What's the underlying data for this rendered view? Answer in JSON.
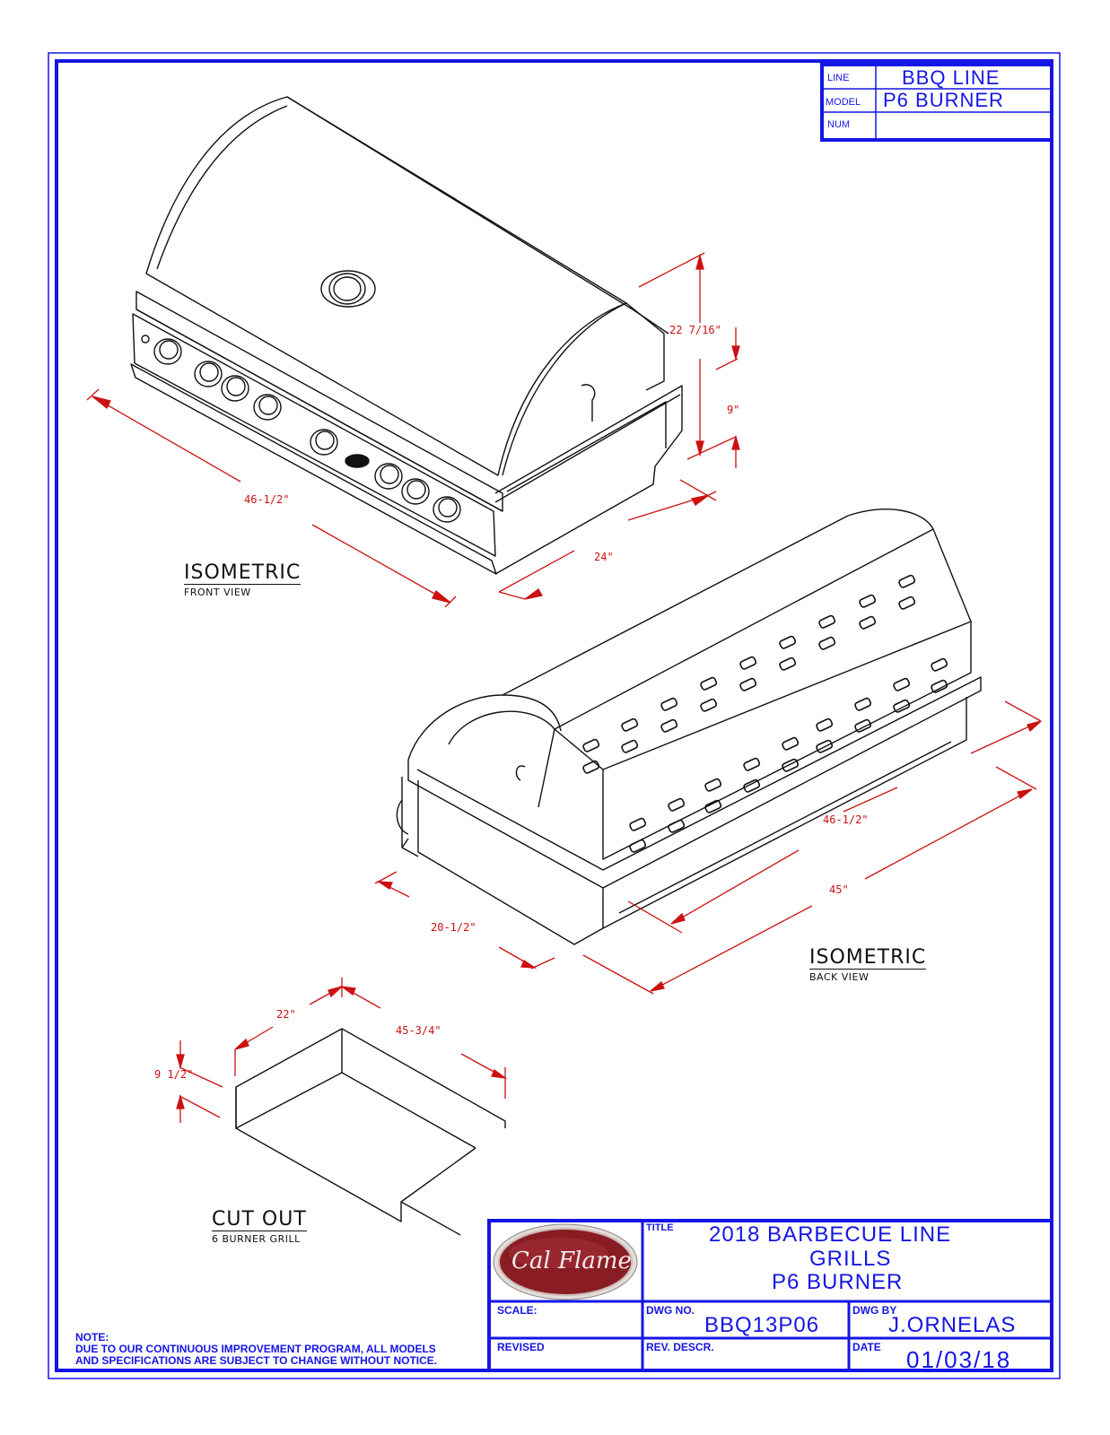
{
  "title_block_top": {
    "line_label": "LINE",
    "line_value": "BBQ LINE",
    "model_label": "MODEL",
    "model_value": "P6 BURNER",
    "num_label": "NUM",
    "num_value": ""
  },
  "views": {
    "front": {
      "title": "ISOMETRIC",
      "subtitle": "FRONT VIEW"
    },
    "back": {
      "title": "ISOMETRIC",
      "subtitle": "BACK VIEW"
    },
    "cutout": {
      "title": "CUT OUT",
      "subtitle": "6 BURNER GRILL"
    }
  },
  "dimensions": {
    "front_width": "46-1/2\"",
    "front_depth": "24\"",
    "front_height": "22 7/16\"",
    "front_hood": "9\"",
    "back_width_total": "46-1/2\"",
    "back_width_base": "45\"",
    "back_depth": "20-1/2\"",
    "cutout_depth": "22\"",
    "cutout_width": "45-3/4\"",
    "cutout_height": "9 1/2\""
  },
  "note": {
    "heading": "NOTE:",
    "line1": "DUE TO OUR CONTINUOUS IMPROVEMENT PROGRAM, ALL MODELS",
    "line2": "AND SPECIFICATIONS ARE SUBJECT TO CHANGE WITHOUT NOTICE."
  },
  "title_block": {
    "logo_text": "Cal Flame",
    "title_label": "TITLE",
    "title_line1": "2018 BARBECUE LINE",
    "title_line2": "GRILLS",
    "title_line3": "P6 BURNER",
    "scale_label": "SCALE:",
    "scale_value": "",
    "dwg_no_label": "DWG NO.",
    "dwg_no_value": "BBQ13P06",
    "dwg_by_label": "DWG BY",
    "dwg_by_value": "J.ORNELAS",
    "revised_label": "REVISED",
    "rev_descr_label": "REV. DESCR.",
    "date_label": "DATE",
    "date_value": "01/03/18"
  },
  "colors": {
    "border": "#1515e6",
    "dimension": "#cc1111",
    "drawing": "#111111",
    "logo": "#8a1c24"
  }
}
